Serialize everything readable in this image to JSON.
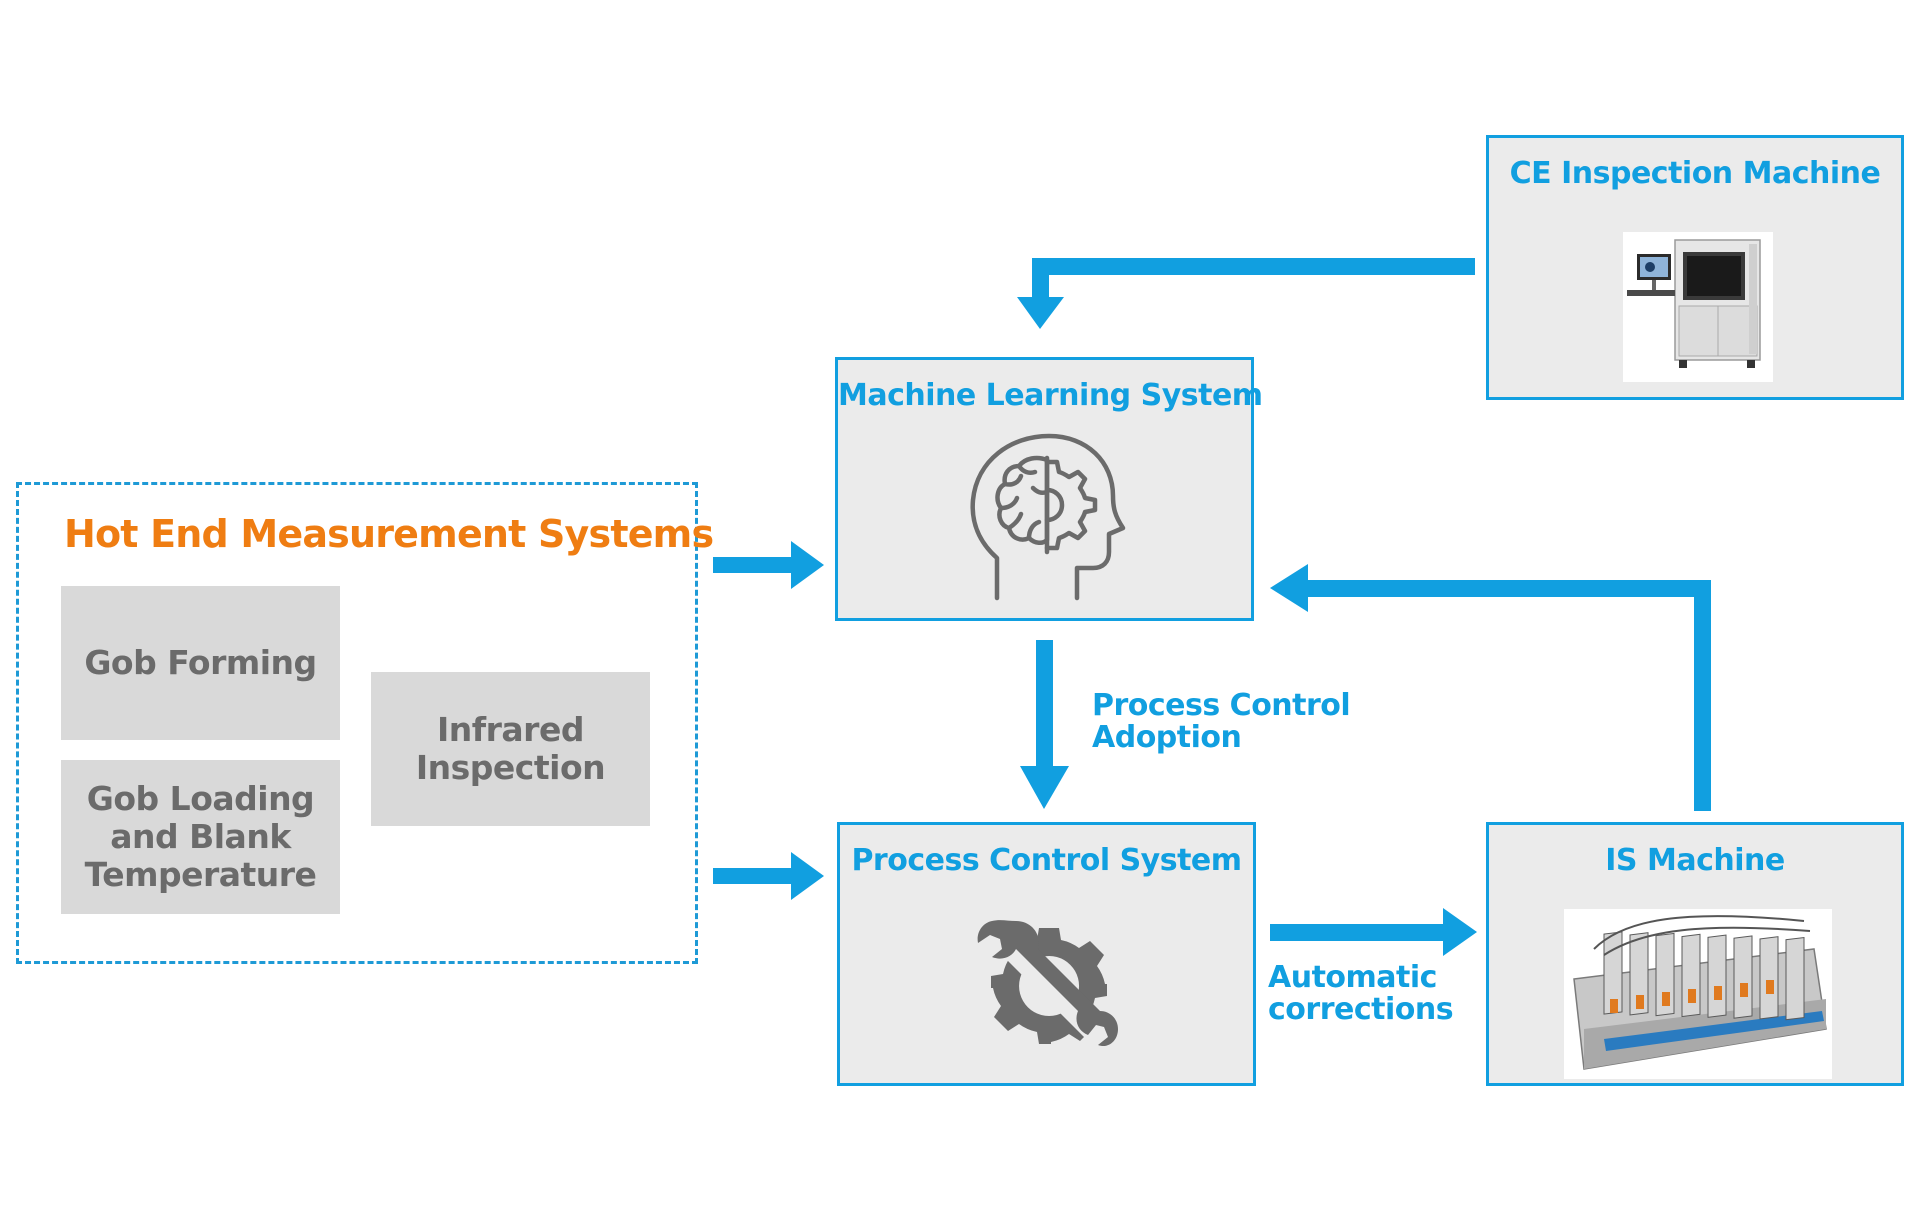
{
  "hot_end": {
    "title": "Hot End Measurement Systems",
    "items": [
      {
        "label": "Gob Forming"
      },
      {
        "label": "Gob Loading\nand Blank\nTemperature"
      },
      {
        "label": "Infrared\nInspection"
      }
    ]
  },
  "nodes": {
    "ce_inspection": {
      "title": "CE Inspection Machine",
      "image": "inspection-machine-photo"
    },
    "machine_learning": {
      "title": "Machine Learning System",
      "icon": "ai-brain-gear-icon"
    },
    "process_control": {
      "title": "Process Control System",
      "icon": "wrench-gear-icon"
    },
    "is_machine": {
      "title": "IS Machine",
      "image": "is-machine-photo"
    }
  },
  "edges": {
    "process_control_adoption": "Process Control\nAdoption",
    "automatic_corrections": "Automatic\ncorrections"
  },
  "colors": {
    "accent_blue": "#119fe0",
    "title_orange": "#ef7d12",
    "box_fill": "#ebebeb",
    "gray_box": "#d9d9d9",
    "icon_gray": "#6b6b6b"
  }
}
